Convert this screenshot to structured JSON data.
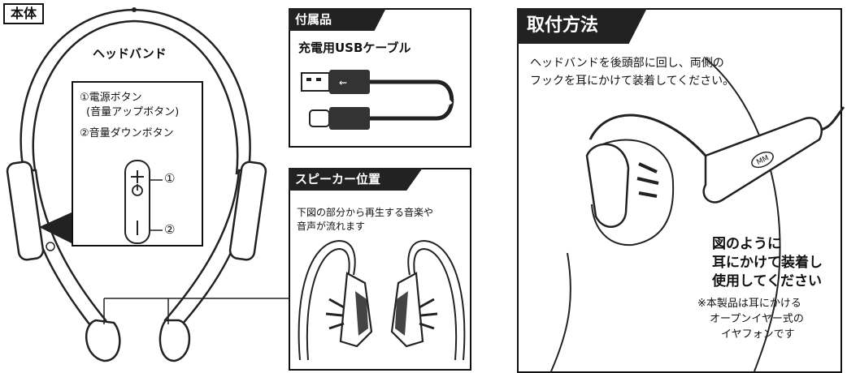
{
  "main_unit": {
    "tag": "本体",
    "headband_label": "ヘッドバンド",
    "callout_line1": "①電源ボタン",
    "callout_line2": "(音量アップボタン)",
    "callout_line3": "②音量ダウンボタン",
    "marker_1": "①",
    "marker_2": "②"
  },
  "accessory": {
    "banner": "付属品",
    "item_name": "充電用USBケーブル"
  },
  "speaker": {
    "banner": "スピーカー位置",
    "desc_line1": "下図の部分から再生する音楽や",
    "desc_line2": "音声が流れます"
  },
  "mounting": {
    "banner": "取付方法",
    "instr_line1": "ヘッドバンドを後頭部に回し、両側の",
    "instr_line2": "フックを耳にかけて装着してください。",
    "bold_line1": "図のように",
    "bold_line2": "耳にかけて装着し",
    "bold_line3": "使用してください",
    "note_line1": "※本製品は耳にかける",
    "note_line2": "オープンイヤー式の",
    "note_line3": "イヤフォンです",
    "logo_text": "MM"
  }
}
